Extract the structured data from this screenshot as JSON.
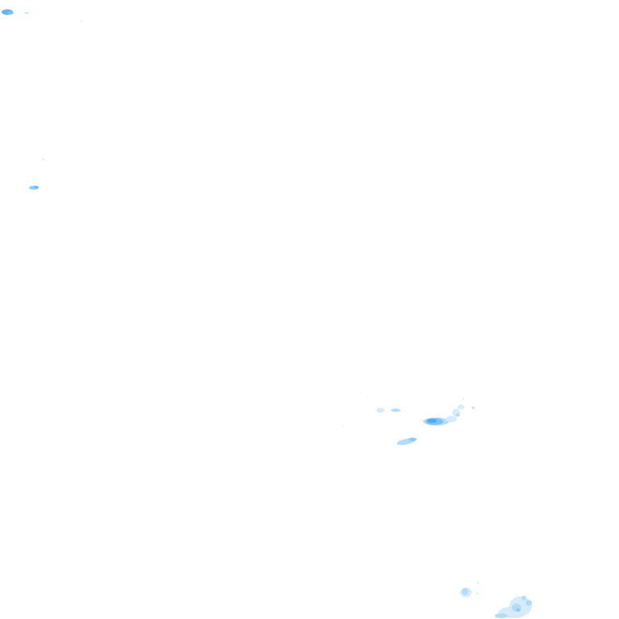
{
  "map": {
    "layer": "precipitation-radar-overlay",
    "background": "#ffffff",
    "palette": {
      "faint": "#d6ecfb",
      "light": "#b4dcf8",
      "medium": "#7cc3f4",
      "strong": "#4aa6ee"
    },
    "echo_intensity_levels": [
      "faint",
      "light",
      "medium",
      "strong"
    ]
  }
}
